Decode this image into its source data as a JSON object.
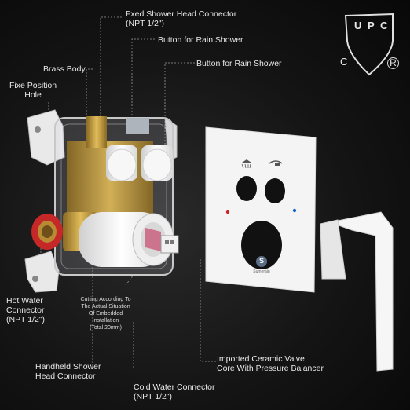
{
  "labels": {
    "fixed_connector_line1": "Fxed Shower Head Connector",
    "fixed_connector_line2": "(NPT 1/2\")",
    "button_rain_1": "Button for Rain Shower",
    "button_rain_2": "Button for Rain Shower",
    "brass_body": "Brass Body",
    "fixe_position_line1": "Fixe Position",
    "fixe_position_line2": "Hole",
    "hot_water_line1": "Hot Water",
    "hot_water_line2": "Connector",
    "hot_water_line3": "(NPT 1/2\")",
    "cutting_line1": "Cutting According To",
    "cutting_line2": "The Actual Situation",
    "cutting_line3": "Of Embedded",
    "cutting_line4": "Installation",
    "cutting_line5": "(Total 20mm)",
    "ceramic_line1": "Imported Ceramic Valve",
    "ceramic_line2": "Core With Pressure Balancer",
    "handheld_line1": "Handheld Shower",
    "handheld_line2": "Head Connector",
    "cold_water_line1": "Cold Water Connector",
    "cold_water_line2": "(NPT 1/2\")"
  },
  "cert_mark": {
    "top_letters": "U P C",
    "left_letter": "C",
    "right_letter": "R"
  },
  "brand_mark": {
    "letter": "S",
    "text": "Sumerain"
  },
  "colors": {
    "background": "#0d0d0d",
    "brass": "#c9a046",
    "plate": "#f2f2f2",
    "hot": "#c62828",
    "cold": "#1565c0"
  }
}
